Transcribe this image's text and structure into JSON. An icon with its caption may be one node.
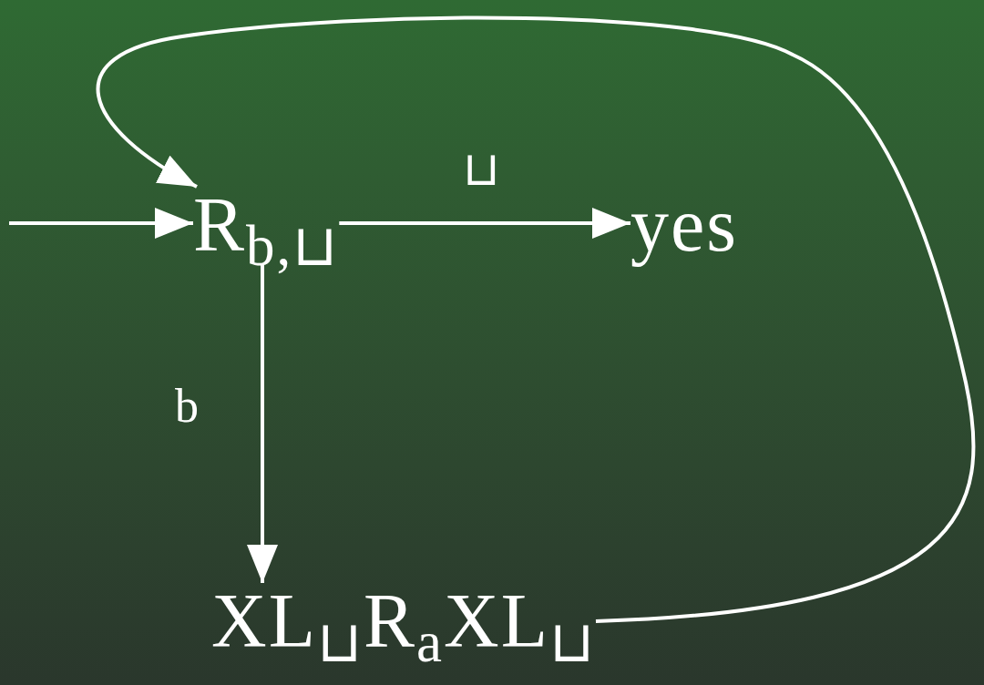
{
  "diagram": {
    "nodes": [
      {
        "text": [
          "R$_{b,⊔}$"
        ]
      },
      {
        "text": [
          "yes"
        ]
      },
      {
        "text": [
          "XL$_{⊔}$R$_{a}$XL$_{⊔}$"
        ]
      }
    ],
    "edges": [
      {
        "from": null,
        "to": 0,
        "arrow": "to"
      },
      {
        "from": 0,
        "to": 1,
        "arrow": "to",
        "label": "⊔"
      },
      {
        "from": 0,
        "to": 2,
        "arrow": "to",
        "label": "b"
      },
      {
        "from": 2,
        "to": 0,
        "arrow": "to"
      }
    ]
  }
}
